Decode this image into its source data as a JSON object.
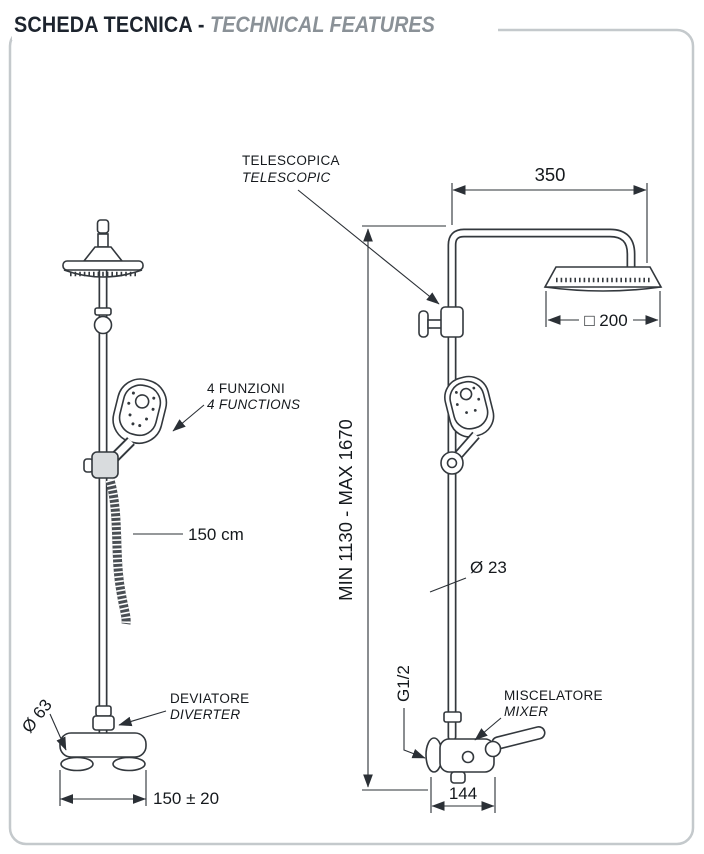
{
  "header": {
    "title_primary": "SCHEDA TECNICA -",
    "title_secondary": "TECHNICAL FEATURES"
  },
  "left_view": {
    "hand_shower": {
      "label_it": "4 FUNZIONI",
      "label_en": "4 FUNCTIONS"
    },
    "hose_length": "150 cm",
    "flange_diameter": "Ø 63",
    "diverter": {
      "label_it": "DEVIATORE",
      "label_en": "DIVERTER"
    },
    "wall_centers": "150 ± 20"
  },
  "right_view": {
    "telescopic": {
      "label_it": "TELESCOPICA",
      "label_en": "TELESCOPIC"
    },
    "arm_projection": "350",
    "head_size": "□ 200",
    "height_range": "MIN 1130 - MAX 1670",
    "pipe_diameter": "Ø 23",
    "thread": "G1/2",
    "mixer": {
      "label_it": "MISCELATORE",
      "label_en": "MIXER"
    },
    "mixer_width": "144"
  },
  "colors": {
    "line": "#33383d",
    "dimension_line": "#2b3036",
    "title": "#1d242e",
    "title_accent": "#8a9197",
    "border": "#c4c9cc"
  }
}
